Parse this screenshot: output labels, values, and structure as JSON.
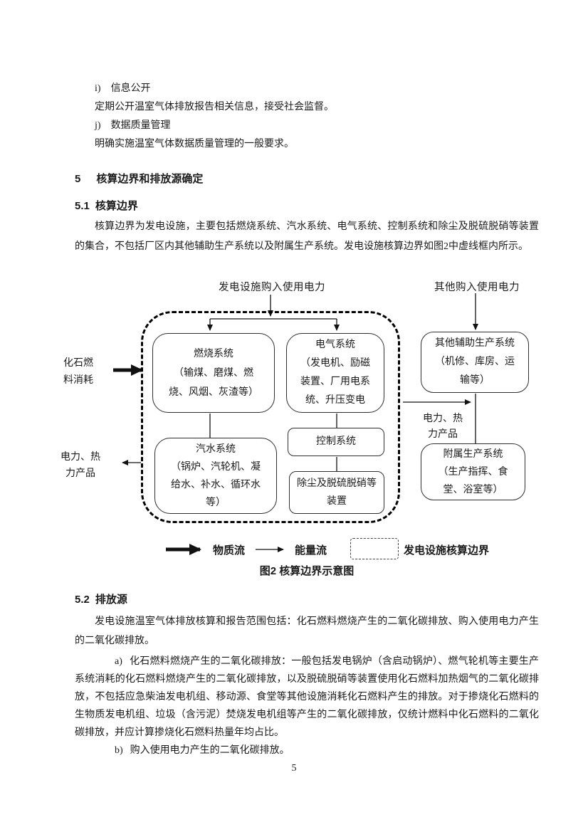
{
  "page": {
    "number": "5"
  },
  "preamble": {
    "item_i": {
      "marker": "i)",
      "title": "信息公开",
      "desc": "定期公开温室气体排放报告相关信息，接受社会监督。"
    },
    "item_j": {
      "marker": "j)",
      "title": "数据质量管理",
      "desc": "明确实施温室气体数据质量管理的一般要求。"
    }
  },
  "section_5": {
    "number": "5",
    "title": "核算边界和排放源确定"
  },
  "section_5_1": {
    "number": "5.1",
    "title": "核算边界",
    "body": "核算边界为发电设施，主要包括燃烧系统、汽水系统、电气系统、控制系统和除尘及脱硫脱硝等装置的集合，不包括厂区内其他辅助生产系统以及附属生产系统。发电设施核算边界如图2中虚线框内所示。"
  },
  "figure": {
    "caption": "图2 核算边界示意图",
    "top_inputs": {
      "facility_power": "发电设施购入使用电力",
      "other_power": "其他购入使用电力"
    },
    "side_labels": {
      "fossil_fuel_lines": [
        "化石燃",
        "料消耗"
      ],
      "output_left_lines": [
        "电力、热",
        "力产品"
      ],
      "output_right_lines": [
        "电力、热",
        "力产品"
      ]
    },
    "boxes": {
      "combustion": {
        "title": "燃烧系统",
        "detail_lines": [
          "（输煤、磨煤、燃",
          "烧、风烟、灰渣等）"
        ]
      },
      "electrical": {
        "title": "电气系统",
        "detail_lines": [
          "（发电机、励磁",
          "装置、厂用电系",
          "统、升压变电"
        ]
      },
      "steam_water": {
        "title": "汽水系统",
        "detail_lines": [
          "（锅炉、汽轮机、凝",
          "给水、补水、循环水",
          "等）"
        ]
      },
      "control": {
        "title": "控制系统"
      },
      "dedusting": {
        "title_lines": [
          "除尘及脱硫脱硝等",
          "装置"
        ]
      },
      "auxiliary": {
        "title": "其他辅助生产系统",
        "detail_lines": [
          "（机修、库房、运",
          "输等）"
        ]
      },
      "attached": {
        "title": "附属生产系统",
        "detail_lines": [
          "（生产指挥、食",
          "堂、浴室等）"
        ]
      }
    },
    "legend": {
      "matter_flow": "物质流",
      "energy_flow": "能量流",
      "boundary": "发电设施核算边界"
    }
  },
  "section_5_2": {
    "number": "5.2",
    "title": "排放源",
    "intro": "发电设施温室气体排放核算和报告范围包括：化石燃料燃烧产生的二氧化碳排放、购入使用电力产生的二氧化碳排放。",
    "item_a": {
      "marker": "a)",
      "text": "化石燃料燃烧产生的二氧化碳排放：一般包括发电锅炉（含启动锅炉）、燃气轮机等主要生产系统消耗的化石燃料燃烧产生的二氧化碳排放，以及脱硫脱硝等装置使用化石燃料加热烟气的二氧化碳排放，不包括应急柴油发电机组、移动源、食堂等其他设施消耗化石燃料产生的排放。对于掺烧化石燃料的生物质发电机组、垃圾（含污泥）焚烧发电机组等产生的二氧化碳排放，仅统计燃料中化石燃料的二氧化碳排放，并应计算掺烧化石燃料热量年均占比。"
    },
    "item_b": {
      "marker": "b)",
      "text": "购入使用电力产生的二氧化碳排放。"
    }
  }
}
